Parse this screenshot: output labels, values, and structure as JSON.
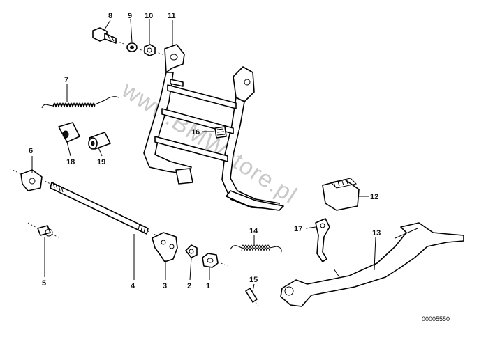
{
  "watermark": "www.BMWstore.pl",
  "drawing_code": "00005550",
  "callouts": [
    {
      "id": "c1",
      "num": "1"
    },
    {
      "id": "c2",
      "num": "2"
    },
    {
      "id": "c3",
      "num": "3"
    },
    {
      "id": "c4",
      "num": "4"
    },
    {
      "id": "c5",
      "num": "5"
    },
    {
      "id": "c6",
      "num": "6"
    },
    {
      "id": "c7",
      "num": "7"
    },
    {
      "id": "c8",
      "num": "8"
    },
    {
      "id": "c9",
      "num": "9"
    },
    {
      "id": "c10",
      "num": "10"
    },
    {
      "id": "c11",
      "num": "11"
    },
    {
      "id": "c12",
      "num": "12"
    },
    {
      "id": "c13",
      "num": "13"
    },
    {
      "id": "c14",
      "num": "14"
    },
    {
      "id": "c15",
      "num": "15"
    },
    {
      "id": "c16",
      "num": "16"
    },
    {
      "id": "c17",
      "num": "17"
    },
    {
      "id": "c18",
      "num": "18"
    },
    {
      "id": "c19",
      "num": "19"
    }
  ]
}
